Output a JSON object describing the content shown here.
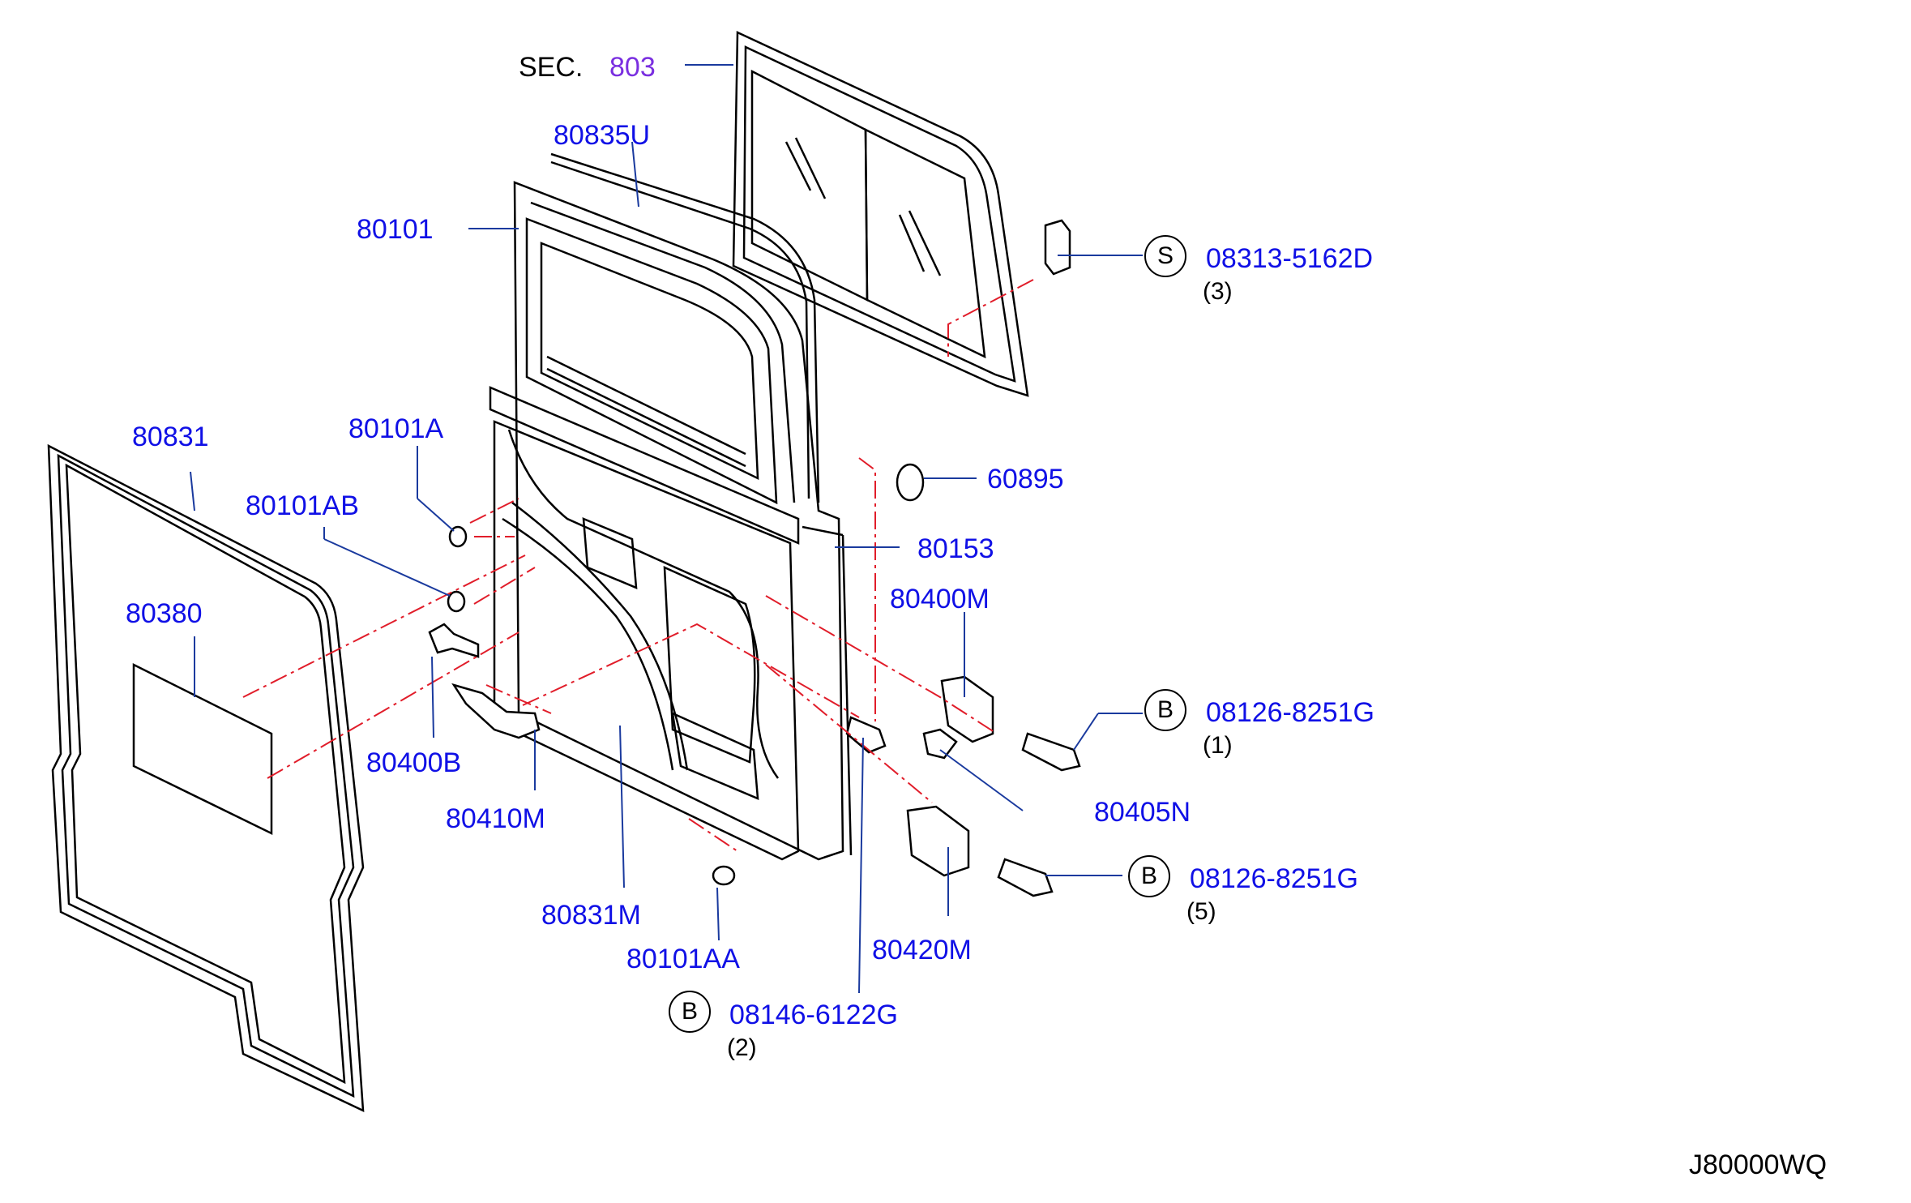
{
  "colors": {
    "part_label": "#1010e6",
    "section_ref": "#7a2fe0",
    "dash_line": "#e11d2a",
    "leader": "#1a3a9e"
  },
  "section": {
    "prefix": "SEC.",
    "number": "803"
  },
  "parts": {
    "p80835U": "80835U",
    "p80101": "80101",
    "p80831": "80831",
    "p80101A": "80101A",
    "p80101AB": "80101AB",
    "p80380": "80380",
    "p60895": "60895",
    "p80153": "80153",
    "p80400M": "80400M",
    "p80400B": "80400B",
    "p80410M": "80410M",
    "p80405N": "80405N",
    "p80831M": "80831M",
    "p80101AA": "80101AA",
    "p80420M": "80420M"
  },
  "fasteners": [
    {
      "badge": "S",
      "part": "08313-5162D",
      "qty": "(3)"
    },
    {
      "badge": "B",
      "part": "08126-8251G",
      "qty": "(1)"
    },
    {
      "badge": "B",
      "part": "08126-8251G",
      "qty": "(5)"
    },
    {
      "badge": "B",
      "part": "08146-6122G",
      "qty": "(2)"
    }
  ],
  "diagram_code": "J80000WQ"
}
